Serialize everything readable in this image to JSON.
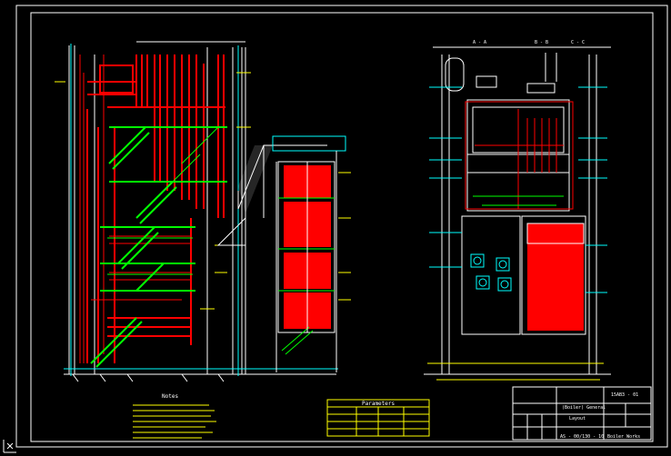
{
  "sections": {
    "a_a": "A - A",
    "b_b": "B - B",
    "c_c": "C - C"
  },
  "legend_title": "Notes",
  "table_title": "Parameters",
  "title_block": {
    "drawing_no": "15AB3 - 01",
    "name_line1": "(Boiler) General",
    "name_line2": "Layout",
    "code": "AS - 00/130 - 10",
    "company": "Boiler Works"
  },
  "colors": {
    "background": "#000000",
    "frame": "#ffffff",
    "piping": "#ff0000",
    "platforms": "#00ff00",
    "annotations": "#ffff00",
    "structure": "#00ffff",
    "misc": "#ff00ff"
  }
}
